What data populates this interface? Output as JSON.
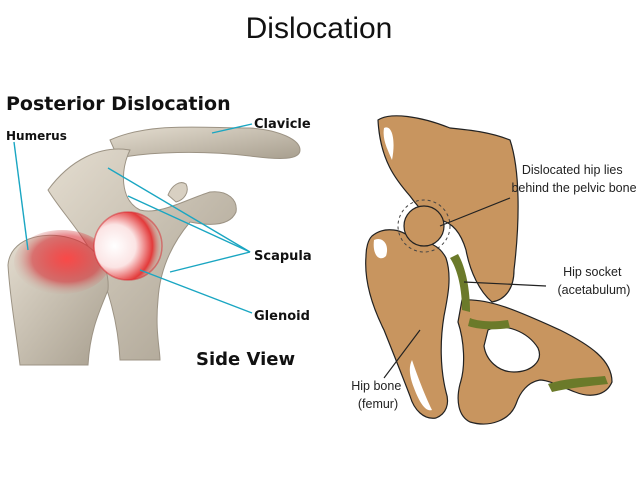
{
  "slide": {
    "title": "Dislocation"
  },
  "shoulder": {
    "heading": "Posterior Dislocation",
    "labels": {
      "humerus": "Humerus",
      "clavicle": "Clavicle",
      "scapula": "Scapula",
      "glenoid": "Glenoid"
    },
    "view_caption": "Side View"
  },
  "hip": {
    "callout_dislocated": [
      "Dislocated hip lies",
      "behind the pelvic bone"
    ],
    "callout_socket": [
      "Hip socket",
      "(acetabulum)"
    ],
    "callout_hip_bone": [
      "Hip bone",
      "(femur)"
    ]
  },
  "colors": {
    "bone_tan": "#c8955f",
    "bone_gray": "#c9c0b0",
    "cartilage_green": "#6b7a2a",
    "dislocation_red": "#d9232b",
    "leader_cyan": "#1aa6c2"
  }
}
